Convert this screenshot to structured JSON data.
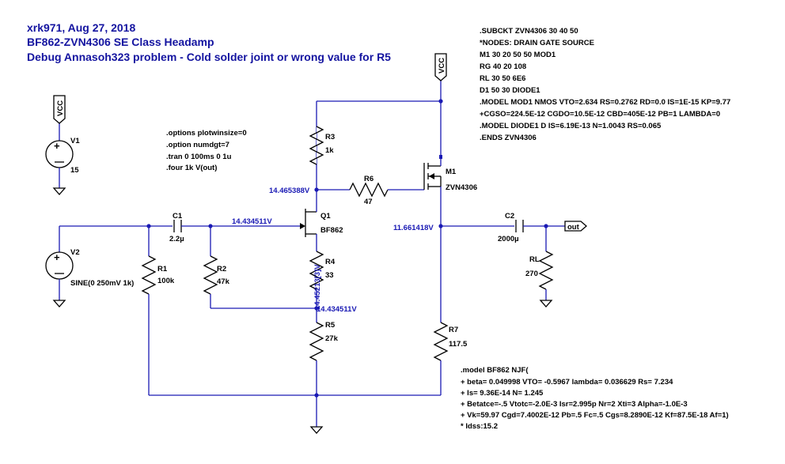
{
  "header": {
    "line1": "xrk971, Aug 27, 2018",
    "line2": "BF862-ZVN4306 SE Class Headamp",
    "line3": "Debug Annasoh323 problem  - Cold solder joint or wrong value for R5"
  },
  "directives": [
    ".options plotwinsize=0",
    ".option numdgt=7",
    ".tran 0 100ms 0 1u",
    ".four 1k V(out)"
  ],
  "subckt": [
    ".SUBCKT ZVN4306 30 40 50",
    "*NODES: DRAIN GATE SOURCE",
    "M1 30 20 50 50 MOD1",
    "RG 40 20 108",
    "RL 30 50 6E6",
    "D1 50 30 DIODE1",
    ".MODEL MOD1 NMOS VTO=2.634 RS=0.2762 RD=0.0 IS=1E-15 KP=9.77",
    "+CGSO=224.5E-12 CGDO=10.5E-12 CBD=405E-12 PB=1 LAMBDA=0",
    ".MODEL DIODE1 D IS=6.19E-13 N=1.0043 RS=0.065",
    ".ENDS ZVN4306"
  ],
  "jfet_model": [
    ".model BF862 NJF(",
    "+ beta= 0.049998 VTO= -0.5967 lambda= 0.036629 Rs= 7.234",
    "+ Is= 9.36E-14 N= 1.245",
    "+ Betatce=-.5 Vtotc=-2.0E-3 Isr=2.995p Nr=2 Xti=3 Alpha=-1.0E-3",
    "+ Vk=59.97 Cgd=7.4002E-12 Pb=.5 Fc=.5 Cgs=8.2890E-12 Kf=87.5E-18 Af=1)",
    "* Idss:15.2"
  ],
  "components": {
    "v1": {
      "name": "V1",
      "value": "15"
    },
    "v2": {
      "name": "V2",
      "value": "SINE(0 250mV 1k)"
    },
    "r1": {
      "name": "R1",
      "value": "100k"
    },
    "r2": {
      "name": "R2",
      "value": "47k"
    },
    "r3": {
      "name": "R3",
      "value": "1k"
    },
    "r4": {
      "name": "R4",
      "value": "33"
    },
    "r5": {
      "name": "R5",
      "value": "27k"
    },
    "r6": {
      "name": "R6",
      "value": "47"
    },
    "r7": {
      "name": "R7",
      "value": "117.5"
    },
    "rl": {
      "name": "RL",
      "value": "270"
    },
    "c1": {
      "name": "C1",
      "value": "2.2µ"
    },
    "c2": {
      "name": "C2",
      "value": "2000µ"
    },
    "q1": {
      "name": "Q1",
      "value": "BF862"
    },
    "m1": {
      "name": "M1",
      "value": "ZVN4306"
    }
  },
  "nets": {
    "vcc_label": "VCC",
    "out_label": "out"
  },
  "voltages": {
    "q1_drain": "14.465388V",
    "q1_gate": "14.434511V",
    "m1_source": "11.661418V",
    "q1_source": "14.45213[3]V",
    "r4_bottom": "14.434511V"
  },
  "colors": {
    "wire": "#1a1ab4",
    "title": "#1414a0",
    "component": "#000000"
  }
}
